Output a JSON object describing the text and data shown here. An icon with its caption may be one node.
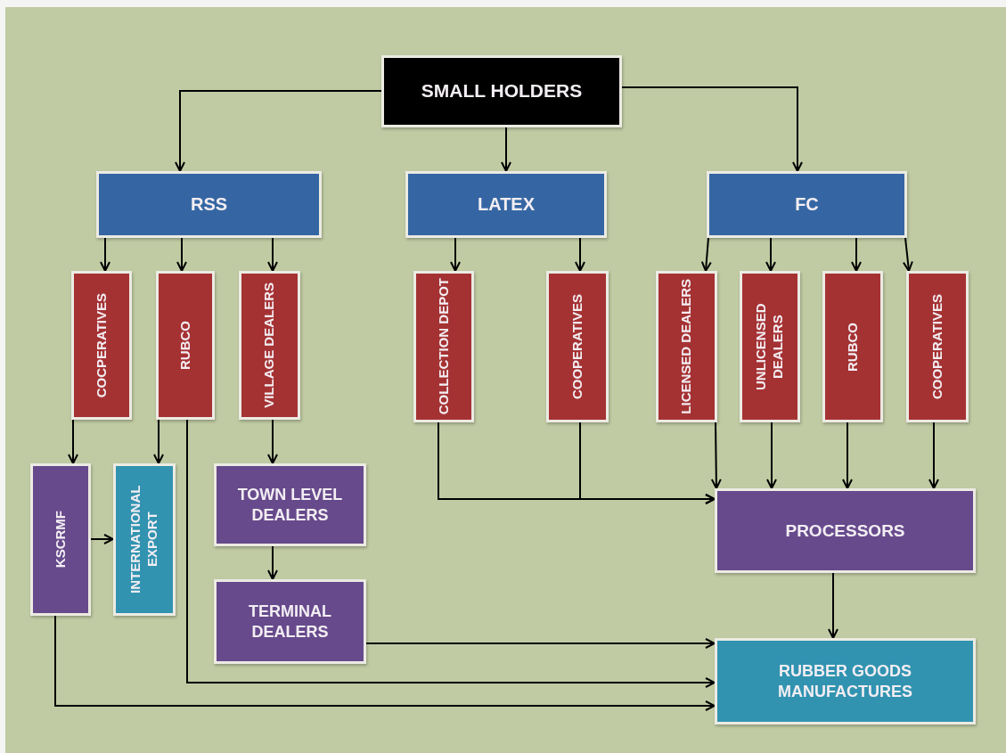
{
  "diagram": {
    "nodes": [
      {
        "text": [
          "SMALL HOLDERS"
        ]
      },
      {
        "text": [
          "RSS"
        ]
      },
      {
        "text": [
          "LATEX"
        ]
      },
      {
        "text": [
          "FC"
        ]
      },
      {
        "text": [
          "COCPERATIVES"
        ]
      },
      {
        "text": [
          "RUBCO"
        ]
      },
      {
        "text": [
          "VILLAGE DEALERS"
        ]
      },
      {
        "text": [
          "COLLECTION DEPOT"
        ]
      },
      {
        "text": [
          "COOPERATIVES"
        ]
      },
      {
        "text": [
          "LICENSED DEALERS"
        ]
      },
      {
        "text": [
          "UNLICENSED DEALERS"
        ]
      },
      {
        "text": [
          "RUBCO"
        ]
      },
      {
        "text": [
          "COOPERATIVES"
        ]
      },
      {
        "text": [
          "KSCRMF"
        ]
      },
      {
        "text": [
          "INTERNATIONAL EXPORT"
        ]
      },
      {
        "text": [
          "TOWN LEVEL DEALERS"
        ]
      },
      {
        "text": [
          "TERMINAL DEALERS"
        ]
      },
      {
        "text": [
          "PROCESSORS"
        ]
      },
      {
        "text": [
          "RUBBER GOODS MANUFACTURES"
        ]
      }
    ],
    "edges": [
      {
        "from": 0,
        "to": 1,
        "arrow": "to"
      },
      {
        "from": 0,
        "to": 2,
        "arrow": "to"
      },
      {
        "from": 0,
        "to": 3,
        "arrow": "to"
      },
      {
        "from": 1,
        "to": 4,
        "arrow": "to"
      },
      {
        "from": 1,
        "to": 5,
        "arrow": "to"
      },
      {
        "from": 1,
        "to": 6,
        "arrow": "to"
      },
      {
        "from": 2,
        "to": 7,
        "arrow": "to"
      },
      {
        "from": 2,
        "to": 8,
        "arrow": "to"
      },
      {
        "from": 3,
        "to": 9,
        "arrow": "to"
      },
      {
        "from": 3,
        "to": 10,
        "arrow": "to"
      },
      {
        "from": 3,
        "to": 11,
        "arrow": "to"
      },
      {
        "from": 3,
        "to": 12,
        "arrow": "to"
      },
      {
        "from": 4,
        "to": 13,
        "arrow": "to"
      },
      {
        "from": 5,
        "to": 14,
        "arrow": "to"
      },
      {
        "from": 6,
        "to": 15,
        "arrow": "to"
      },
      {
        "from": 13,
        "to": 14,
        "arrow": "to"
      },
      {
        "from": 15,
        "to": 16,
        "arrow": "to"
      },
      {
        "from": 5,
        "to": 18,
        "arrow": "to"
      },
      {
        "from": 13,
        "to": 18,
        "arrow": "to"
      },
      {
        "from": 16,
        "to": 18,
        "arrow": "to"
      },
      {
        "from": 7,
        "to": 17,
        "arrow": "to"
      },
      {
        "from": 8,
        "to": 17,
        "arrow": "to"
      },
      {
        "from": 9,
        "to": 17,
        "arrow": "to"
      },
      {
        "from": 10,
        "to": 17,
        "arrow": "to"
      },
      {
        "from": 11,
        "to": 17,
        "arrow": "to"
      },
      {
        "from": 12,
        "to": 17,
        "arrow": "to"
      },
      {
        "from": 17,
        "to": 18,
        "arrow": "to"
      }
    ]
  }
}
